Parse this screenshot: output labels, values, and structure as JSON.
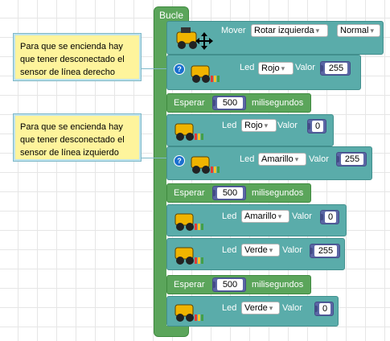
{
  "loop": {
    "label": "Bucle"
  },
  "move_block": {
    "label": "Mover",
    "direction": "Rotar izquierda",
    "speed": "Normal"
  },
  "led_blocks": [
    {
      "led_label": "Led",
      "color": "Rojo",
      "value_label": "Valor",
      "value": "255"
    },
    {
      "led_label": "Led",
      "color": "Rojo",
      "value_label": "Valor",
      "value": "0"
    },
    {
      "led_label": "Led",
      "color": "Amarillo",
      "value_label": "Valor",
      "value": "255"
    },
    {
      "led_label": "Led",
      "color": "Amarillo",
      "value_label": "Valor",
      "value": "0"
    },
    {
      "led_label": "Led",
      "color": "Verde",
      "value_label": "Valor",
      "value": "255"
    },
    {
      "led_label": "Led",
      "color": "Verde",
      "value_label": "Valor",
      "value": "0"
    }
  ],
  "wait_blocks": [
    {
      "label": "Esperar",
      "value": "500",
      "unit": "milisegundos"
    },
    {
      "label": "Esperar",
      "value": "500",
      "unit": "milisegundos"
    },
    {
      "label": "Esperar",
      "value": "500",
      "unit": "milisegundos"
    }
  ],
  "comments": [
    {
      "lines": [
        "Para que se encienda hay",
        "que tener desconectado el",
        "sensor de línea derecho"
      ]
    },
    {
      "lines": [
        "Para que se encienda hay",
        "que tener desconectado el",
        "sensor de línea izquierdo"
      ]
    }
  ],
  "help_icon": "?",
  "dropdown_arrow": "▾",
  "colors": {
    "loop": "#5ba55b",
    "action": "#5aacaa",
    "number": "#5b67a5",
    "comment": "#fef49c",
    "help": "#1a6fcf"
  }
}
